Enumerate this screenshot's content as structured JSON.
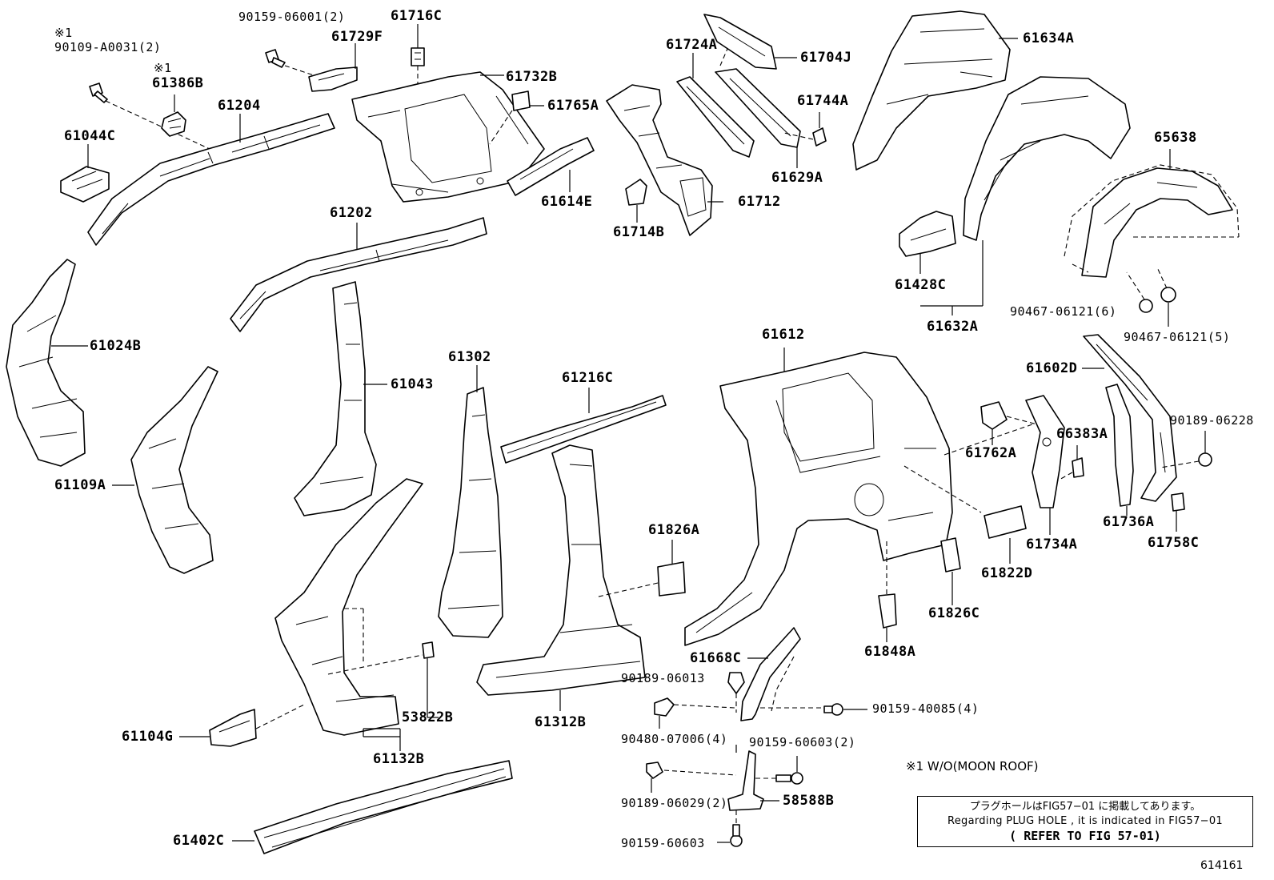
{
  "diagram": {
    "labels": {
      "p90109_a0031": "90109-A0031(2)",
      "p61386b": "61386B",
      "p90159_06001": "90159-06001(2)",
      "p61729f": "61729F",
      "p61716c": "61716C",
      "p61732b": "61732B",
      "p61765a": "61765A",
      "p61614e": "61614E",
      "p61204": "61204",
      "p61044c": "61044C",
      "p61724a": "61724A",
      "p61704j": "61704J",
      "p61744a": "61744A",
      "p61629a": "61629A",
      "p61712": "61712",
      "p61714b": "61714B",
      "p61634a": "61634A",
      "p65638": "65638",
      "p61428c": "61428C",
      "p61632a": "61632A",
      "p90467_06121_6": "90467-06121(6)",
      "p90467_06121_5": "90467-06121(5)",
      "p61202": "61202",
      "p61024b": "61024B",
      "p61043": "61043",
      "p61302": "61302",
      "p61216c": "61216C",
      "p61612": "61612",
      "p61602d": "61602D",
      "p90189_06228": "90189-06228",
      "p61762a": "61762A",
      "p66383a": "66383A",
      "p61109a": "61109A",
      "p61826a": "61826A",
      "p61734a": "61734A",
      "p61736a": "61736A",
      "p61758c": "61758C",
      "p61822d": "61822D",
      "p61826c": "61826C",
      "p61848a": "61848A",
      "p61668c": "61668C",
      "p90189_06013": "90189-06013",
      "p53822b": "53822B",
      "p61104g": "61104G",
      "p61312b": "61312B",
      "p90159_40085": "90159-40085(4)",
      "p90480_07006": "90480-07006(4)",
      "p90159_60603_2": "90159-60603(2)",
      "p61132b": "61132B",
      "p90189_06029": "90189-06029(2)",
      "p58588b": "58588B",
      "p61402c": "61402C",
      "p90159_60603": "90159-60603",
      "note1_mark_a": "※1",
      "note1_mark_b": "※1"
    },
    "footnote": "※1 W/O(MOON ROOF)",
    "plug_note": {
      "jp": "プラグホールはFIG57−01 に掲載してあります。",
      "en": "Regarding PLUG HOLE , it is indicated in FIG57−01",
      "ref": "( REFER TO FIG 57-01)"
    },
    "figure_id": "614161"
  }
}
